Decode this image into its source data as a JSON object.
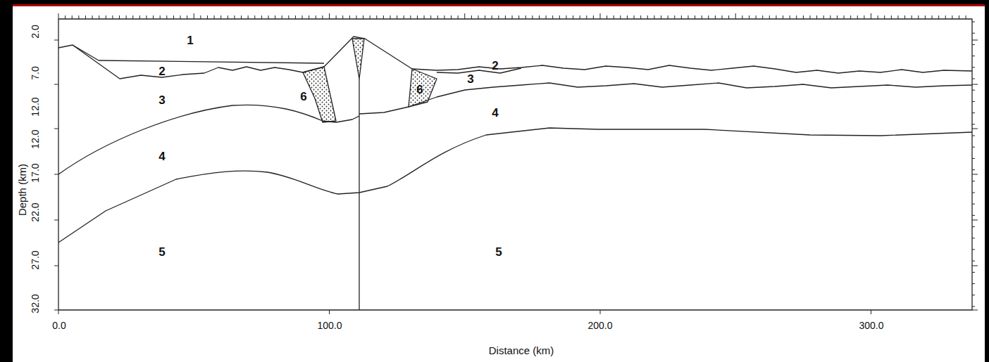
{
  "diagram": {
    "labels": [
      "1",
      "2",
      "3",
      "6",
      "6",
      "3",
      "2",
      "4",
      "4",
      "5",
      "5",
      "2.0",
      "7.0",
      "12.0",
      "12.0",
      "17.0",
      "22.0",
      "27.0",
      "32.0",
      "Depth (km)",
      "0.0",
      "100.0",
      "200.0",
      "300.0",
      "Distance (km)"
    ]
  }
}
